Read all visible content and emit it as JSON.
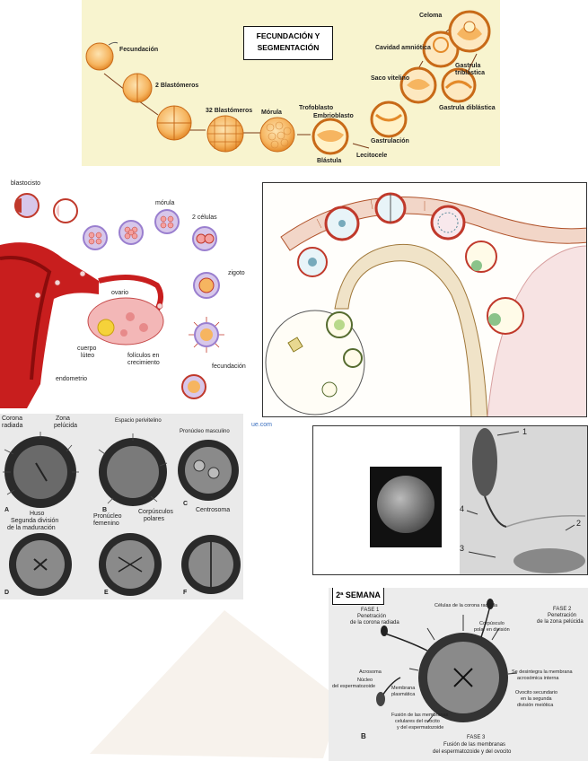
{
  "panel1": {
    "title_line1": "FECUNDACIÓN Y",
    "title_line2": "SEGMENTACIÓN",
    "labels": {
      "fecundacion": "Fecundación",
      "blastomeros2": "2 Blastómeros",
      "blastomeros32": "32 Blastómeros",
      "morula": "Mórula",
      "trofoblasto": "Trofoblasto",
      "embrioblasto": "Embrioblasto",
      "blastula": "Blástula",
      "lecitocele": "Lecitocele",
      "gastrulacion": "Gastrulación",
      "saco_vitelino": "Saco vitelino",
      "cavidad_amniotica": "Cavidad amniótica",
      "celoma": "Celoma",
      "gastrula_triblastica_1": "Gastrula",
      "gastrula_triblastica_2": "triblástica",
      "gastrula_diblastica": "Gastrula diblástica"
    }
  },
  "panel2": {
    "labels": {
      "blastocisto": "blastocisto",
      "morula": "mórula",
      "dos_celulas": "2 células",
      "zigoto": "zigoto",
      "ovario": "ovario",
      "cuerpo": "cuerpo",
      "luteo": "lúteo",
      "foliculos": "folículos en",
      "crecimiento": "crecimiento",
      "fecundacion": "fecundación",
      "endometrio": "endometrio"
    }
  },
  "panel4": {
    "labels": {
      "corona": "Corona",
      "radiada": "radiada",
      "zona": "Zona",
      "pelucida": "pelúcida",
      "espacio": "Espacio perivitelino",
      "pronucleo_masc": "Pronúcleo masculino",
      "A": "A",
      "B": "B",
      "C": "C",
      "huso": "Huso",
      "segunda": "Segunda división",
      "maduracion": "de la maduración",
      "pronucleo_fem_1": "Pronúcleo",
      "pronucleo_fem_2": "femenino",
      "corpusculos_1": "Corpúsculos",
      "corpusculos_2": "polares",
      "centrosoma": "Centrosoma",
      "D": "D",
      "E": "E",
      "F": "F",
      "web": "ue.com"
    }
  },
  "panel5": {
    "n1": "1",
    "n2": "2",
    "n3": "3",
    "n4": "4"
  },
  "panel6": {
    "title": "2ª SEMANA",
    "fase1_1": "FASE 1",
    "fase1_2": "Penetración",
    "fase1_3": "de la corona radiada",
    "celulas_corona": "Células de la corona radiada",
    "fase2_1": "FASE 2",
    "fase2_2": "Penetración",
    "fase2_3": "de la zona pelúcida",
    "corpusculo_1": "Corpúsculo",
    "corpusculo_2": "polar en división",
    "acrosoma": "Acrosoma",
    "nucleo_1": "Núcleo",
    "nucleo_2": "del espermatozoide",
    "membrana_1": "Membrana",
    "membrana_2": "plasmática",
    "desintegra_1": "Se desintegra la membrana",
    "desintegra_2": "acrosómica interna",
    "ovocito_1": "Ovocito secundario",
    "ovocito_2": "en la segunda",
    "ovocito_3": "división meiótica",
    "fusion_1": "Fusión de las membranas",
    "fusion_2": "celulares del ovocito",
    "fusion_3": "y del espermatozoide",
    "B": "B",
    "fase3_1": "FASE 3",
    "fase3_2": "Fusión de las membranas",
    "fase3_3": "del espermatozoide y del ovocito"
  }
}
